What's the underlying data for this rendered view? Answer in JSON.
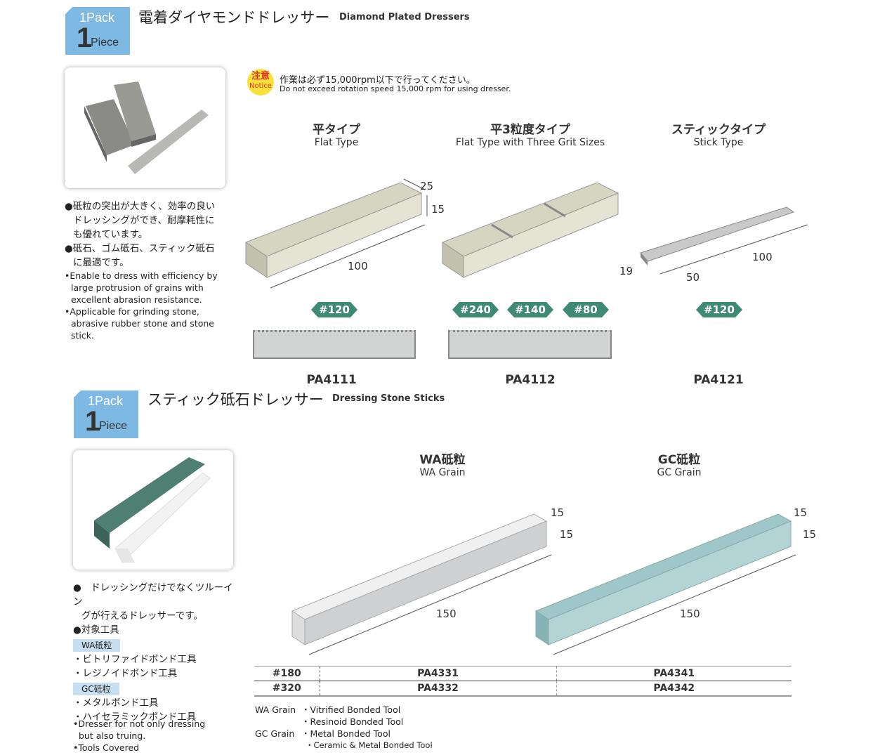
{
  "section1": {
    "badge": {
      "pack": "1Pack",
      "count": "1",
      "piece": "Piece"
    },
    "title_jp": "電着ダイヤモンドドレッサー",
    "title_en": "Diamond Plated Dressers",
    "notice": {
      "icon_jp": "注意",
      "icon_en": "Notice",
      "text_jp": "作業は必ず15,000rpm以下で行ってください。",
      "text_en": "Do not exceed rotation speed 15,000 rpm for using dresser."
    },
    "bullets_jp": [
      "●砥粒の突出が大きく、効率の良い",
      "ドレッシングができ、耐摩耗性に",
      "も優れています。",
      "●砥石、ゴム砥石、スティック砥石",
      "に最適です。"
    ],
    "bullets_en": [
      "•Enable to dress with efficiency by",
      "large protrusion of grains with",
      "excellent abrasion resistance.",
      "•Applicable for grinding stone,",
      "abrasive rubber stone and stone",
      "stick."
    ],
    "products": [
      {
        "name_jp": "平タイプ",
        "name_en": "Flat Type",
        "grits": [
          "#120"
        ],
        "code": "PA4111",
        "dims": [
          "25",
          "15",
          "100"
        ]
      },
      {
        "name_jp": "平3粒度タイプ",
        "name_en": "Flat Type with Three Grit Sizes",
        "grits": [
          "#240",
          "#140",
          "#80"
        ],
        "code": "PA4112"
      },
      {
        "name_jp": "スティックタイプ",
        "name_en": "Stick Type",
        "grits": [
          "#120"
        ],
        "code": "PA4121",
        "dims": [
          "19",
          "50",
          "100"
        ]
      }
    ]
  },
  "section2": {
    "badge": {
      "pack": "1Pack",
      "count": "1",
      "piece": "Piece"
    },
    "title_jp": "スティック砥石ドレッサー",
    "title_en": "Dressing Stone Sticks",
    "list": [
      "●　ドレッシングだけでなくツルーイン",
      "グが行えるドレッサーです。",
      "●対象工具"
    ],
    "wa_label": "WA砥粒",
    "wa_items": [
      "・ビトリファイドボンド工具",
      "・レジノイドボンド工具"
    ],
    "gc_label": "GC砥粒",
    "gc_items": [
      "・メタルボンド工具",
      "・ハイセラミックボンド工具"
    ],
    "en_list": [
      "•Dresser for not only dressing",
      "but also truing.",
      "•Tools Covered"
    ],
    "products": [
      {
        "name_jp": "WA砥粒",
        "name_en": "WA Grain",
        "dims": [
          "15",
          "15",
          "150"
        ]
      },
      {
        "name_jp": "GC砥粒",
        "name_en": "GC Grain",
        "dims": [
          "15",
          "15",
          "150"
        ]
      }
    ],
    "table": [
      [
        "#180",
        "PA4331",
        "PA4341"
      ],
      [
        "#320",
        "PA4332",
        "PA4342"
      ]
    ],
    "footer": [
      [
        "WA Grain",
        "・Vitrified Bonded Tool"
      ],
      [
        "",
        "・Resinoid Bonded Tool"
      ],
      [
        "GC Grain",
        "・Metal Bonded Tool"
      ],
      [
        "",
        "・Ceramic & Metal Bonded Tool"
      ]
    ]
  },
  "colors": {
    "badge": "#7db9e2",
    "tag": "#3f8a73",
    "wa_bg": "#c7dff0"
  }
}
